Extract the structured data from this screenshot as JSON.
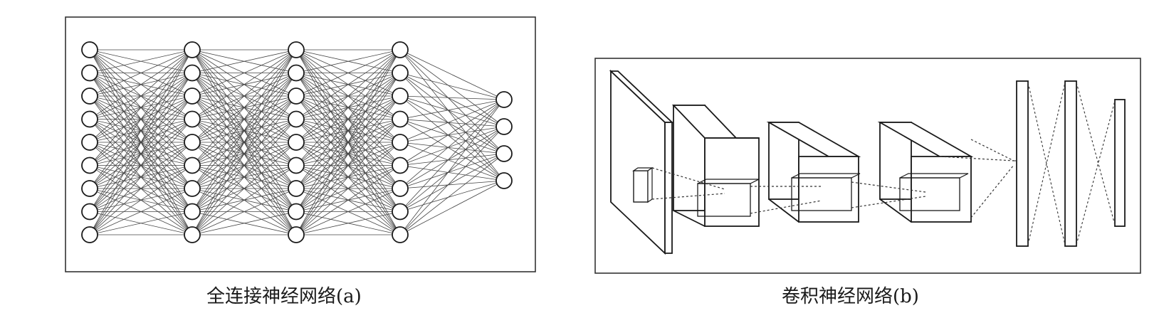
{
  "panel_a": {
    "caption": "全连接神经网络(a)",
    "layers": [
      9,
      9,
      9,
      9,
      4
    ]
  },
  "panel_b": {
    "caption": "卷积神经网络(b)"
  },
  "colors": {
    "ink": "#1a1a1a",
    "frame": "#333333",
    "background": "#ffffff"
  }
}
